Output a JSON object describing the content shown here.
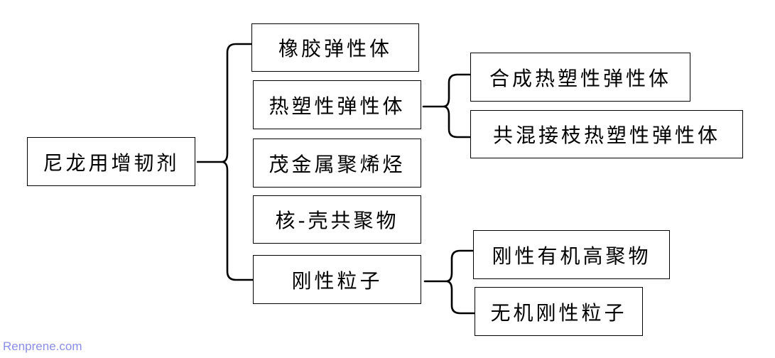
{
  "root": {
    "label": "尼龙用增韧剂"
  },
  "categories": [
    {
      "label": "橡胶弹性体"
    },
    {
      "label": "热塑性弹性体"
    },
    {
      "label": "茂金属聚烯烃"
    },
    {
      "label": "核-壳共聚物"
    },
    {
      "label": "刚性粒子"
    }
  ],
  "subcategories": {
    "thermoplastic_elastomer": [
      {
        "label": "合成热塑性弹性体"
      },
      {
        "label": "共混接枝热塑性弹性体"
      }
    ],
    "rigid_particles": [
      {
        "label": "刚性有机高聚物"
      },
      {
        "label": "无机刚性粒子"
      }
    ]
  },
  "watermark": {
    "text": "Renprene.com",
    "color": "#8a8ee8"
  }
}
